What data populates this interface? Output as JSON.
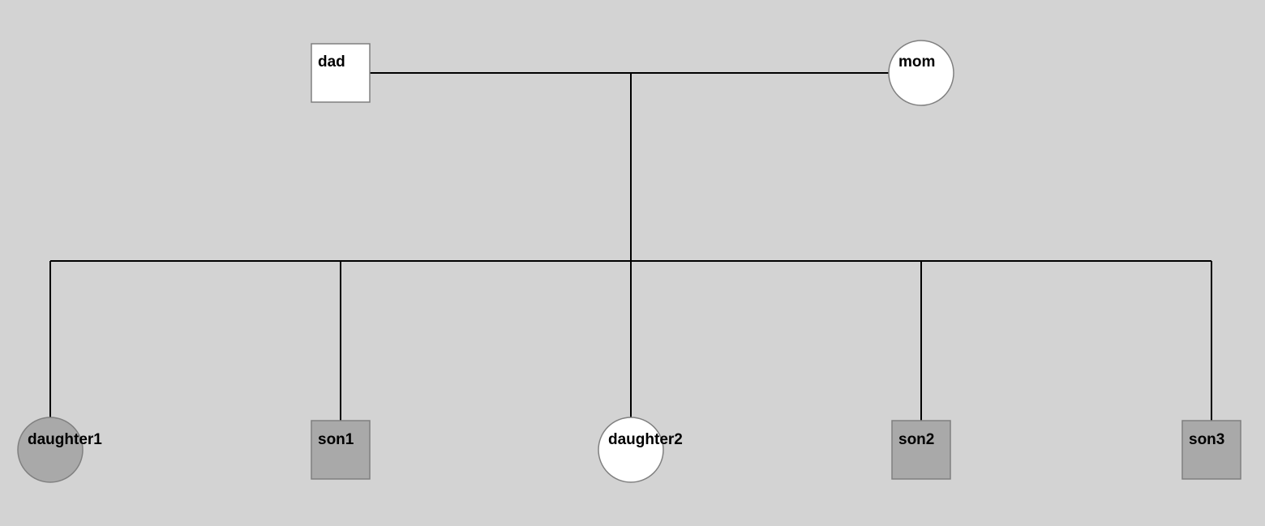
{
  "pedigree": {
    "parents": [
      {
        "id": "dad",
        "label": "dad",
        "sex": "male",
        "affected": false
      },
      {
        "id": "mom",
        "label": "mom",
        "sex": "female",
        "affected": false
      }
    ],
    "children": [
      {
        "id": "daughter1",
        "label": "daughter1",
        "sex": "female",
        "affected": true
      },
      {
        "id": "son1",
        "label": "son1",
        "sex": "male",
        "affected": true
      },
      {
        "id": "daughter2",
        "label": "daughter2",
        "sex": "female",
        "affected": false
      },
      {
        "id": "son2",
        "label": "son2",
        "sex": "male",
        "affected": true
      },
      {
        "id": "son3",
        "label": "son3",
        "sex": "male",
        "affected": true
      }
    ]
  },
  "colors": {
    "background": "#d3d3d3",
    "affected_fill": "#a9a9a9",
    "unaffected_fill": "#ffffff",
    "node_stroke": "#808080",
    "line": "#000000"
  }
}
